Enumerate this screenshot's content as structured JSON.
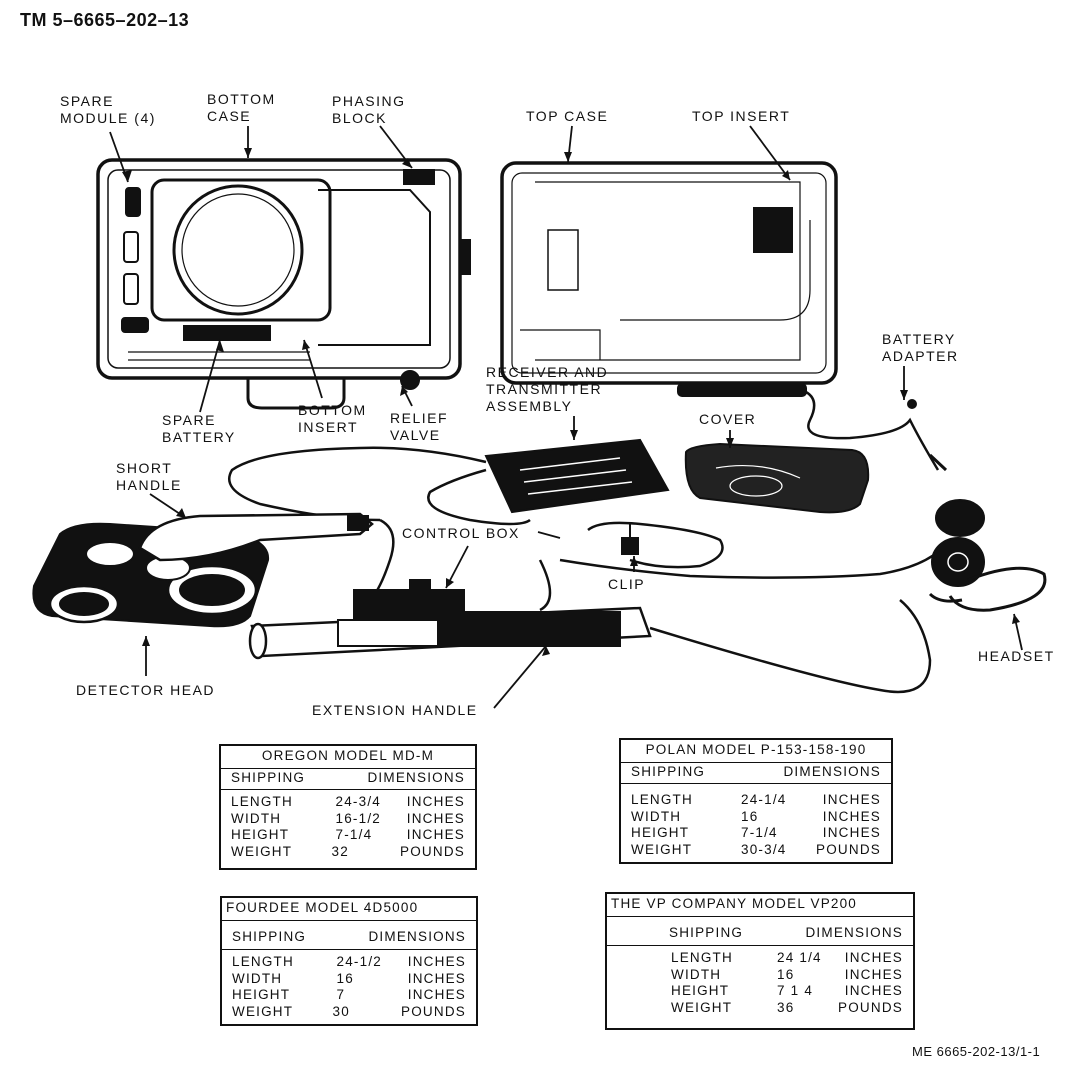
{
  "header": {
    "doc_number": "TM 5–6665–202–13"
  },
  "footer": {
    "figure_ref": "ME 6665-202-13/1-1"
  },
  "labels": {
    "spare_module": "SPARE\nMODULE (4)",
    "bottom_case": "BOTTOM\nCASE",
    "phasing_block": "PHASING\nBLOCK",
    "top_case": "TOP CASE",
    "top_insert": "TOP INSERT",
    "battery_adapter": "BATTERY\nADAPTER",
    "receiver_transmitter": "RECEIVER AND\nTRANSMITTER\nASSEMBLY",
    "spare_battery": "SPARE\nBATTERY",
    "bottom_insert": "BOTTOM\nINSERT",
    "relief_valve": "RELIEF\nVALVE",
    "cover": "COVER",
    "short_handle": "SHORT\nHANDLE",
    "control_box": "CONTROL BOX",
    "clip": "CLIP",
    "headset": "HEADSET",
    "detector_head": "DETECTOR HEAD",
    "extension_handle": "EXTENSION HANDLE"
  },
  "tables": {
    "oregon": {
      "title": "OREGON MODEL MD-M",
      "col1": "SHIPPING",
      "col2": "DIMENSIONS",
      "rows": [
        {
          "name": "LENGTH",
          "value": "24-3/4",
          "unit": "INCHES"
        },
        {
          "name": "WIDTH",
          "value": "16-1/2",
          "unit": "INCHES"
        },
        {
          "name": "HEIGHT",
          "value": "7-1/4",
          "unit": "INCHES"
        },
        {
          "name": "WEIGHT",
          "value": "32",
          "unit": "POUNDS"
        }
      ]
    },
    "polan": {
      "title": "POLAN MODEL P-153-158-190",
      "col1": "SHIPPING",
      "col2": "DIMENSIONS",
      "rows": [
        {
          "name": "LENGTH",
          "value": "24-1/4",
          "unit": "INCHES"
        },
        {
          "name": "WIDTH",
          "value": "16",
          "unit": "INCHES"
        },
        {
          "name": "HEIGHT",
          "value": "7-1/4",
          "unit": "INCHES"
        },
        {
          "name": "WEIGHT",
          "value": "30-3/4",
          "unit": "POUNDS"
        }
      ]
    },
    "fourdee": {
      "title": "FOURDEE MODEL 4D5000",
      "col1": "SHIPPING",
      "col2": "DIMENSIONS",
      "rows": [
        {
          "name": "LENGTH",
          "value": "24-1/2",
          "unit": "INCHES"
        },
        {
          "name": "WIDTH",
          "value": "16",
          "unit": "INCHES"
        },
        {
          "name": "HEIGHT",
          "value": "7",
          "unit": "INCHES"
        },
        {
          "name": "WEIGHT",
          "value": "30",
          "unit": "POUNDS"
        }
      ]
    },
    "vp": {
      "title": "THE VP COMPANY MODEL VP200",
      "col1": "SHIPPING",
      "col2": "DIMENSIONS",
      "rows": [
        {
          "name": "LENGTH",
          "value": "24 1/4",
          "unit": "INCHES"
        },
        {
          "name": "WIDTH",
          "value": "16",
          "unit": "INCHES"
        },
        {
          "name": "HEIGHT",
          "value": "7 1 4",
          "unit": "INCHES"
        },
        {
          "name": "WEIGHT",
          "value": "36",
          "unit": "POUNDS"
        }
      ]
    }
  }
}
